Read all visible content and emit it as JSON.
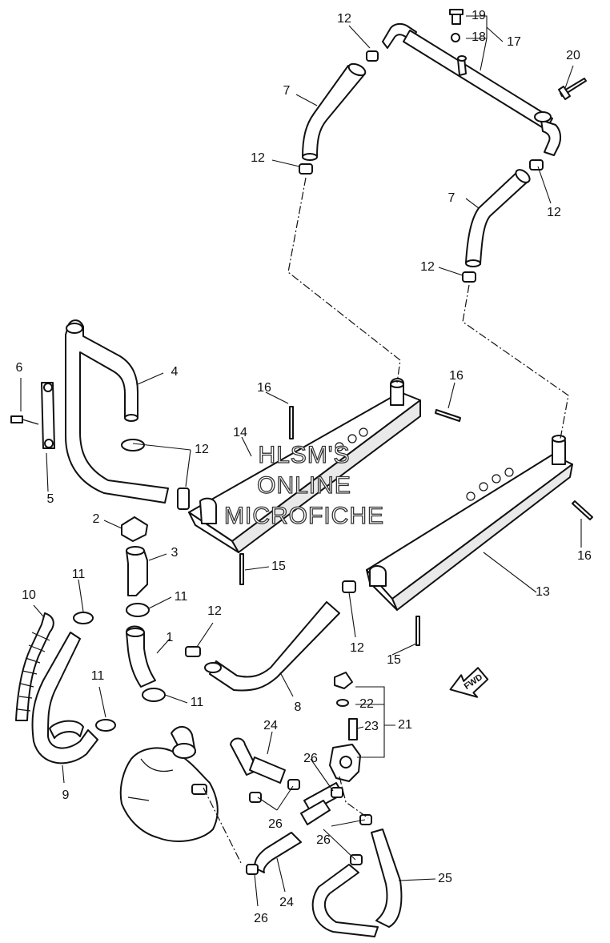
{
  "diagram": {
    "watermark": [
      "HLSM'S",
      "ONLINE",
      "MICROFICHE"
    ],
    "fwd_label": "FWD",
    "callouts": [
      {
        "id": "c12a",
        "text": "12"
      },
      {
        "id": "c19",
        "text": "19"
      },
      {
        "id": "c18",
        "text": "18"
      },
      {
        "id": "c17",
        "text": "17"
      },
      {
        "id": "c20",
        "text": "20"
      },
      {
        "id": "c7a",
        "text": "7"
      },
      {
        "id": "c12b",
        "text": "12"
      },
      {
        "id": "c7b",
        "text": "7"
      },
      {
        "id": "c12c",
        "text": "12"
      },
      {
        "id": "c12d",
        "text": "12"
      },
      {
        "id": "c6",
        "text": "6"
      },
      {
        "id": "c4",
        "text": "4"
      },
      {
        "id": "c16a",
        "text": "16"
      },
      {
        "id": "c16b",
        "text": "16"
      },
      {
        "id": "c14",
        "text": "14"
      },
      {
        "id": "c12e",
        "text": "12"
      },
      {
        "id": "c5",
        "text": "5"
      },
      {
        "id": "c2",
        "text": "2"
      },
      {
        "id": "c3",
        "text": "3"
      },
      {
        "id": "c15a",
        "text": "15"
      },
      {
        "id": "c16c",
        "text": "16"
      },
      {
        "id": "c13",
        "text": "13"
      },
      {
        "id": "c10",
        "text": "10"
      },
      {
        "id": "c11a",
        "text": "11"
      },
      {
        "id": "c11b",
        "text": "11"
      },
      {
        "id": "c12f",
        "text": "12"
      },
      {
        "id": "c1",
        "text": "1"
      },
      {
        "id": "c12g",
        "text": "12"
      },
      {
        "id": "c15b",
        "text": "15"
      },
      {
        "id": "c11c",
        "text": "11"
      },
      {
        "id": "c11d",
        "text": "11"
      },
      {
        "id": "c8",
        "text": "8"
      },
      {
        "id": "c22",
        "text": "22"
      },
      {
        "id": "c21",
        "text": "21"
      },
      {
        "id": "c23",
        "text": "23"
      },
      {
        "id": "c24a",
        "text": "24"
      },
      {
        "id": "c26a",
        "text": "26"
      },
      {
        "id": "c9",
        "text": "9"
      },
      {
        "id": "c26b",
        "text": "26"
      },
      {
        "id": "c26c",
        "text": "26"
      },
      {
        "id": "c25",
        "text": "25"
      },
      {
        "id": "c24b",
        "text": "24"
      },
      {
        "id": "c26d",
        "text": "26"
      }
    ]
  }
}
